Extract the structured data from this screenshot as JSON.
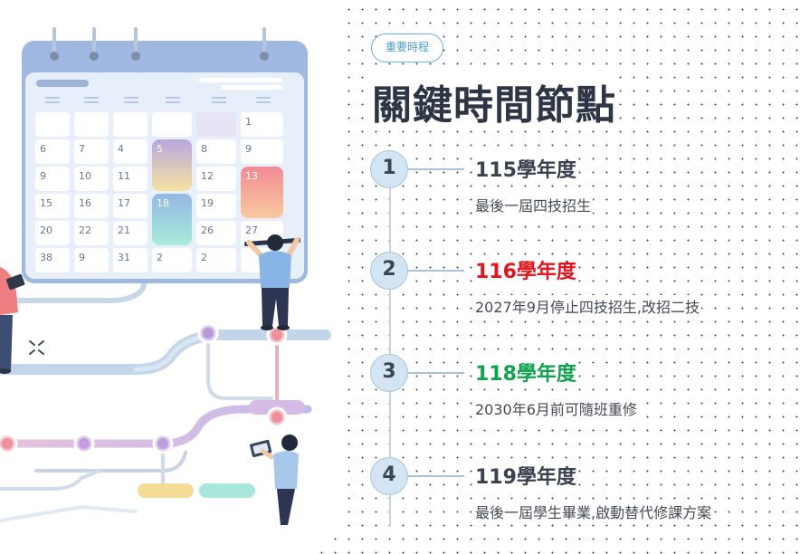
{
  "badge": "重要時程",
  "title": "關鍵時間節點",
  "calendar": {
    "rows": [
      [
        "",
        "",
        "",
        "",
        "",
        "1"
      ],
      [
        "6",
        "7",
        "4",
        "5",
        "8",
        "9"
      ],
      [
        "9",
        "10",
        "11",
        "",
        "12",
        "13"
      ],
      [
        "15",
        "16",
        "17",
        "18",
        "19",
        ""
      ],
      [
        "20",
        "22",
        "21",
        "",
        "26",
        "27"
      ],
      [
        "38",
        "9",
        "31",
        "2",
        "2",
        ""
      ]
    ]
  },
  "steps": [
    {
      "num": "1",
      "year": "115學年度",
      "desc": "最後一屆四技招生"
    },
    {
      "num": "2",
      "year": "116學年度",
      "desc": "2027年9月停止四技招生,改招二技",
      "color": "#e3141c"
    },
    {
      "num": "3",
      "year": "118學年度",
      "desc": "2030年6月前可隨班重修",
      "color": "#11a24e"
    },
    {
      "num": "4",
      "year": "119學年度",
      "desc": "最後一屆學生畢業,啟動替代修課方案"
    }
  ]
}
